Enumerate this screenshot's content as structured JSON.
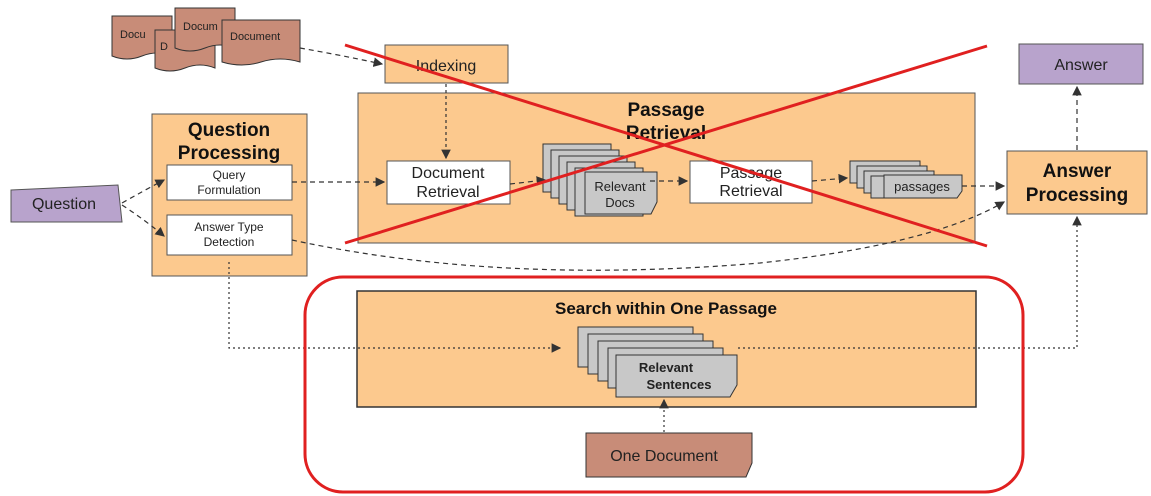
{
  "docs_stack": {
    "labels": [
      "Docu",
      "Docum",
      "D",
      "Document"
    ]
  },
  "indexing": {
    "label": "Indexing"
  },
  "answer_top": {
    "label": "Answer"
  },
  "question": {
    "label": "Question"
  },
  "question_processing": {
    "title_line1": "Question",
    "title_line2": "Processing",
    "query_formulation": {
      "line1": "Query",
      "line2": "Formulation"
    },
    "answer_type": {
      "line1": "Answer Type",
      "line2": "Detection"
    }
  },
  "passage_retrieval_box": {
    "title_line1": "Passage",
    "title_line2": "Retrieval",
    "document_retrieval": {
      "line1": "Document",
      "line2": "Retrieval"
    },
    "relevant_docs": {
      "line1": "Relevant",
      "line2": "Docs"
    },
    "passage_retrieval": {
      "line1": "Passage",
      "line2": "Retrieval"
    },
    "passages": {
      "label": "passages"
    }
  },
  "answer_processing": {
    "line1": "Answer",
    "line2": "Processing"
  },
  "search_box": {
    "title": "Search within One Passage",
    "relevant_sentences": {
      "line1": "Relevant",
      "line2": "Sentences"
    }
  },
  "one_document": {
    "label": "One Document"
  },
  "colors": {
    "orange_fill": "#fcc98e",
    "doc_fill": "#c88c78",
    "purple_fill": "#b8a3cc",
    "gray_fill": "#c8c8c8",
    "red": "#e02020"
  }
}
